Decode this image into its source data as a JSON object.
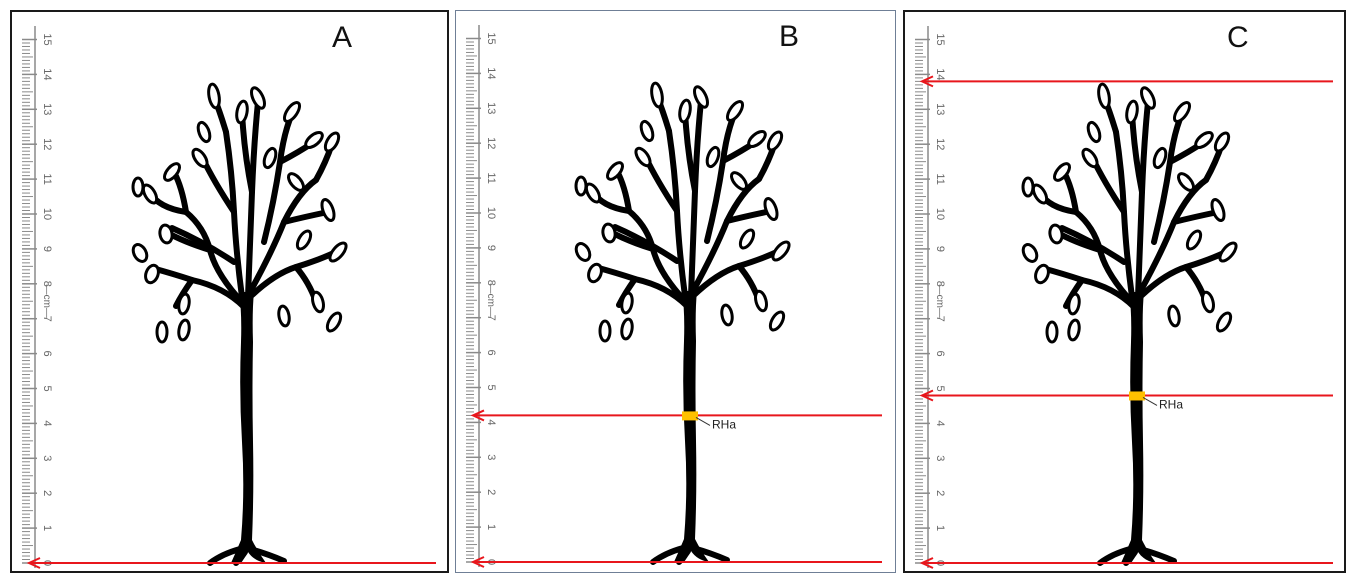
{
  "ruler": {
    "unit": "cm",
    "ticks": [
      "0",
      "1",
      "2",
      "3",
      "4",
      "5",
      "6",
      "7",
      "8",
      "9",
      "10",
      "11",
      "12",
      "13",
      "14",
      "15"
    ]
  },
  "panels": [
    {
      "letter": "A",
      "reference_lines_cm": [
        0
      ],
      "marker": null
    },
    {
      "letter": "B",
      "reference_lines_cm": [
        0,
        4.2
      ],
      "marker": {
        "label": "RHa",
        "height_cm": 4.2
      }
    },
    {
      "letter": "C",
      "reference_lines_cm": [
        0,
        4.8,
        13.8
      ],
      "marker": {
        "label": "RHa",
        "height_cm": 4.8
      }
    }
  ],
  "colors": {
    "arrow": "#e8161c",
    "marker": "#ffc000",
    "tree": "#000000",
    "ruler": "#8a8a8a"
  }
}
